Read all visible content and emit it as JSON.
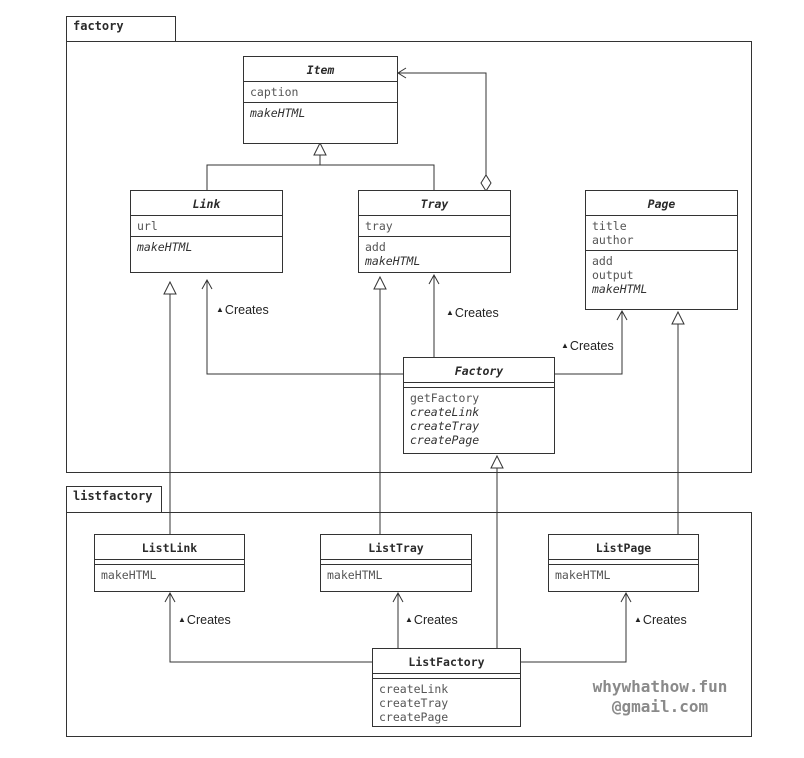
{
  "packages": {
    "factory": {
      "label": "factory"
    },
    "listfactory": {
      "label": "listfactory"
    }
  },
  "classes": {
    "item": {
      "name": "Item",
      "attributes": [
        "caption"
      ],
      "methods": [
        "makeHTML"
      ]
    },
    "link": {
      "name": "Link",
      "attributes": [
        "url"
      ],
      "methods": [
        "makeHTML"
      ]
    },
    "tray": {
      "name": "Tray",
      "attributes": [
        "tray"
      ],
      "methods": [
        "add",
        "makeHTML"
      ]
    },
    "page": {
      "name": "Page",
      "attributes": [
        "title",
        "author"
      ],
      "methods": [
        "add",
        "output",
        "makeHTML"
      ]
    },
    "factory": {
      "name": "Factory",
      "attributes": [],
      "methods": [
        "getFactory",
        "createLink",
        "createTray",
        "createPage"
      ]
    },
    "listlink": {
      "name": "ListLink",
      "attributes": [],
      "methods": [
        "makeHTML"
      ]
    },
    "listtray": {
      "name": "ListTray",
      "attributes": [],
      "methods": [
        "makeHTML"
      ]
    },
    "listpage": {
      "name": "ListPage",
      "attributes": [],
      "methods": [
        "makeHTML"
      ]
    },
    "listfactory": {
      "name": "ListFactory",
      "attributes": [],
      "methods": [
        "createLink",
        "createTray",
        "createPage"
      ]
    }
  },
  "relations": {
    "creates_label": "Creates"
  },
  "watermark": {
    "line1": "whywhathow.fun",
    "line2": "@gmail.com"
  }
}
